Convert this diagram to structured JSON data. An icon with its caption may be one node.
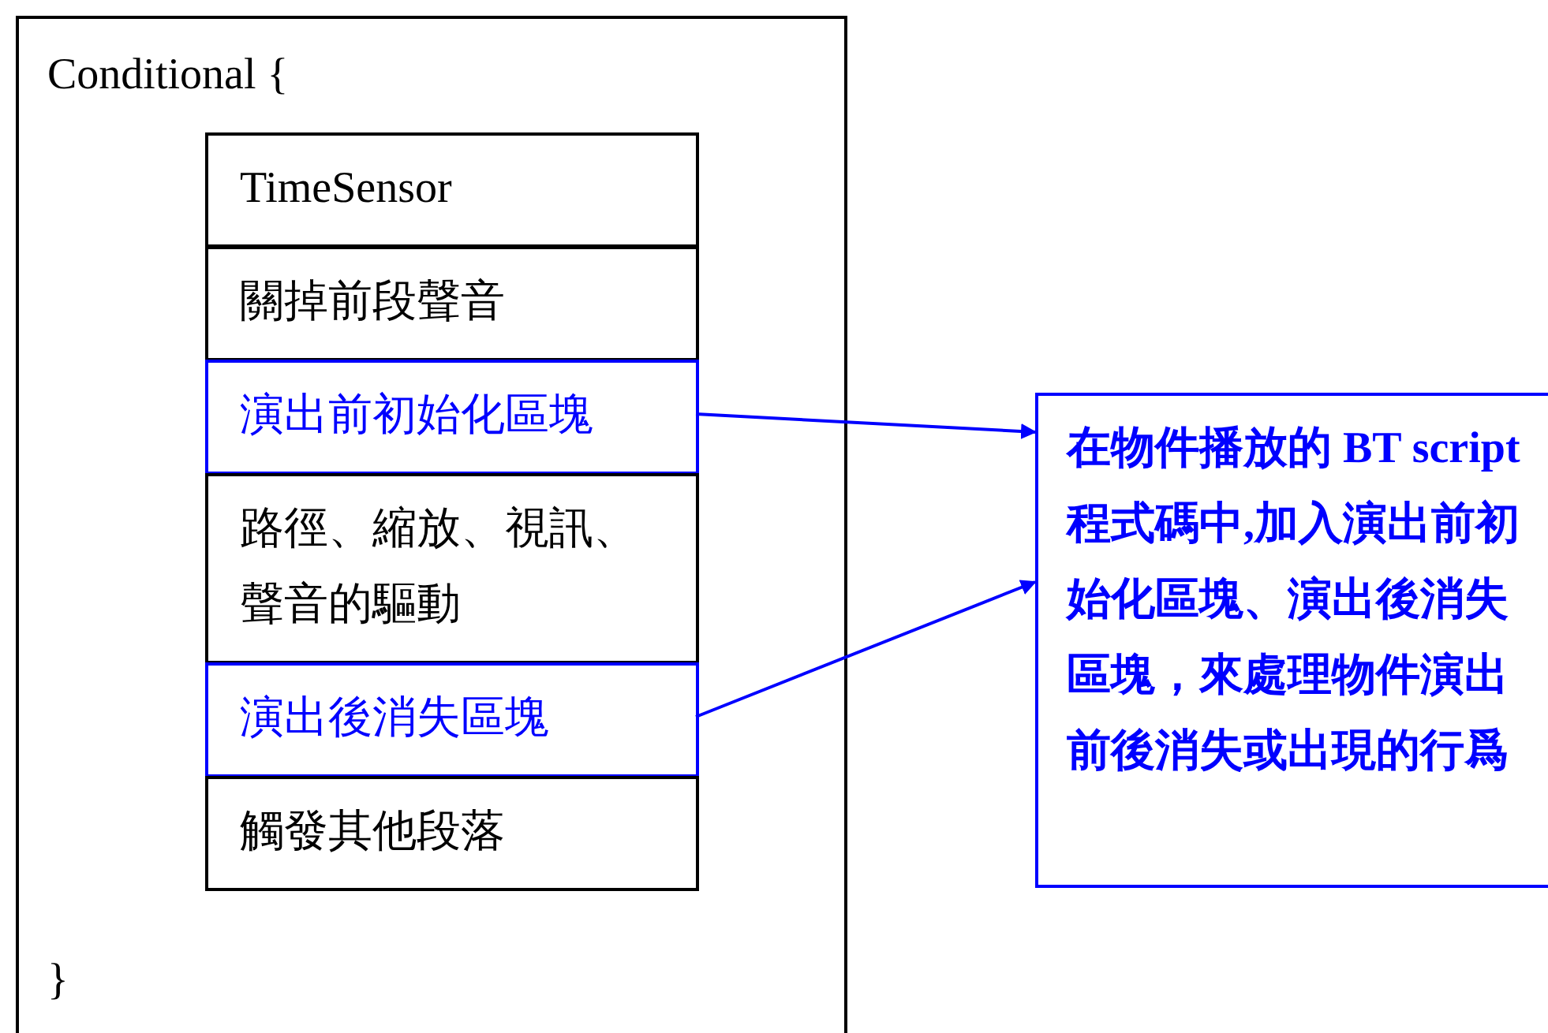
{
  "diagram": {
    "nodes": [
      {
        "text": [
          "Conditional {",
          "}"
        ]
      },
      {
        "text": [
          "TimeSensor"
        ],
        "in": 0
      },
      {
        "text": [
          "關掉前段聲音"
        ],
        "in": 0
      },
      {
        "text": [
          "演出前初始化區塊"
        ],
        "in": 0
      },
      {
        "text": [
          "路徑、縮放、視訊、聲音的驅動"
        ],
        "in": 0
      },
      {
        "text": [
          "演出後消失區塊"
        ],
        "in": 0
      },
      {
        "text": [
          "觸發其他段落"
        ],
        "in": 0
      },
      {
        "text": [
          "在物件播放的 BT script 程式碼中,加入演出前初始化區塊、演出後消失區塊，來處理物件演出前後消失或出現的行爲"
        ]
      }
    ],
    "edges": [
      {
        "from": 3,
        "to": 7,
        "arrow": "to"
      },
      {
        "from": 5,
        "to": 7,
        "arrow": "to"
      }
    ]
  }
}
